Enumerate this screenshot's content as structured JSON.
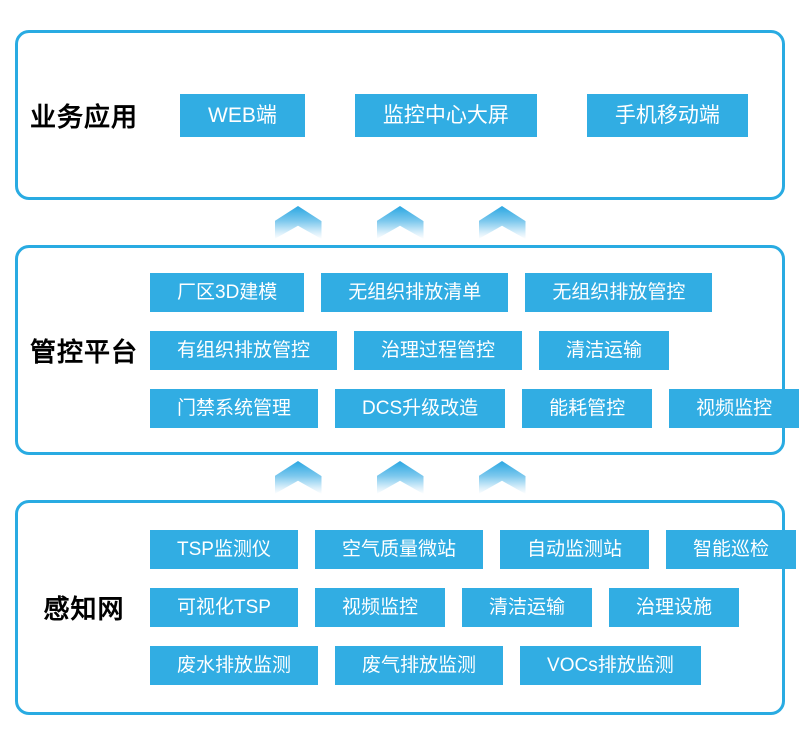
{
  "diagram": {
    "layers": [
      {
        "label": "业务应用",
        "rows": [
          [
            "WEB端",
            "监控中心大屏",
            "手机移动端"
          ]
        ]
      },
      {
        "label": "管控平台",
        "rows": [
          [
            "厂区3D建模",
            "无组织排放清单",
            "无组织排放管控"
          ],
          [
            "有组织排放管控",
            "治理过程管控",
            "清洁运输"
          ],
          [
            "门禁系统管理",
            "DCS升级改造",
            "能耗管控",
            "视频监控"
          ]
        ]
      },
      {
        "label": "感知网",
        "rows": [
          [
            "TSP监测仪",
            "空气质量微站",
            "自动监测站",
            "智能巡检"
          ],
          [
            "可视化TSP",
            "视频监控",
            "清洁运输",
            "治理设施"
          ],
          [
            "废水排放监测",
            "废气排放监测",
            "VOCs排放监测"
          ]
        ]
      }
    ],
    "arrows": {
      "direction": "up",
      "per_gap": 3
    },
    "colors": {
      "accent": "#29abe2",
      "module_bg": "#31ade3",
      "module_text": "#ffffff",
      "label_text": "#000000",
      "background": "#ffffff"
    }
  }
}
